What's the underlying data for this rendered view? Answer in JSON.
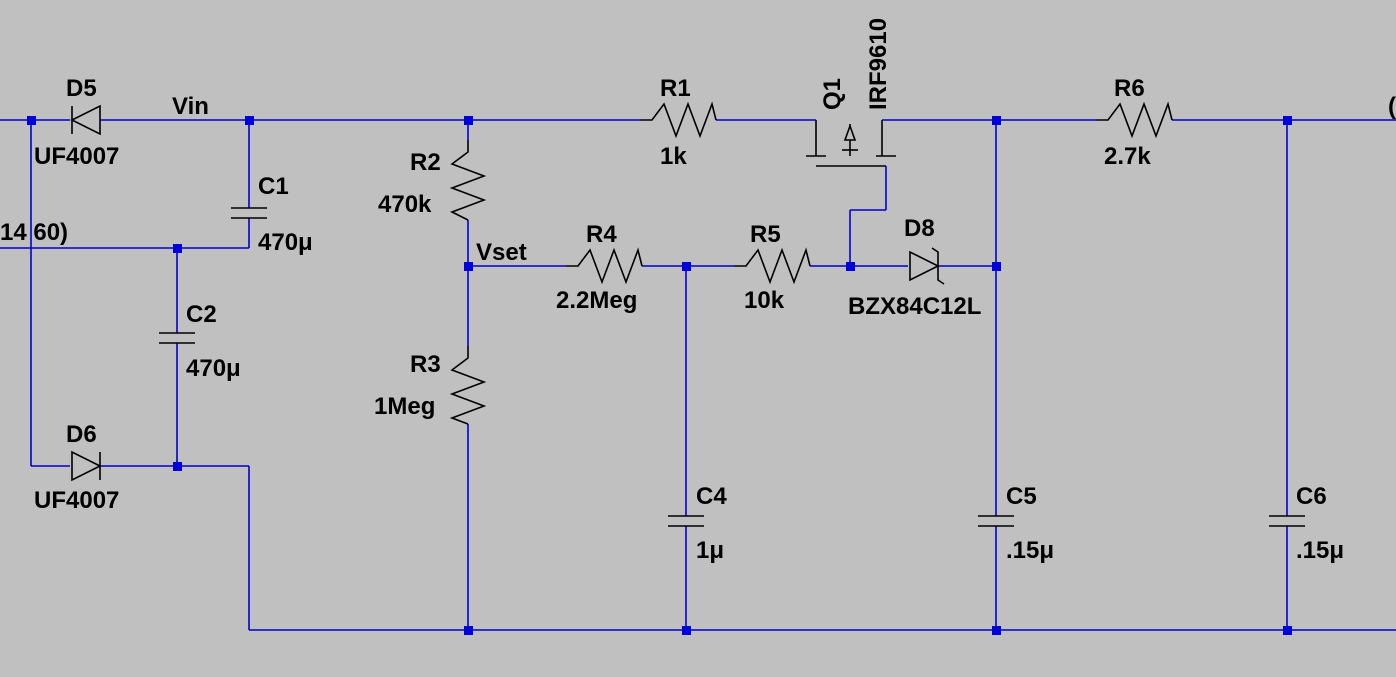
{
  "background_color": "#c0c0c0",
  "wire_color": "#0000cc",
  "junction_color": "#0000dd",
  "symbol_color": "#000000",
  "labels": {
    "d5_name": "D5",
    "d5_value": "UF4007",
    "vin": "Vin",
    "c1_name": "C1",
    "c1_value": "470μ",
    "partial_left": "14 60)",
    "c2_name": "C2",
    "c2_value": "470μ",
    "d6_name": "D6",
    "d6_value": "UF4007",
    "r2_name": "R2",
    "r2_value": "470k",
    "vset": "Vset",
    "r3_name": "R3",
    "r3_value": "1Meg",
    "r1_name": "R1",
    "r1_value": "1k",
    "q1_name": "Q1",
    "q1_value": "IRF9610",
    "r4_name": "R4",
    "r4_value": "2.2Meg",
    "r5_name": "R5",
    "r5_value": "10k",
    "d8_name": "D8",
    "d8_value": "BZX84C12L",
    "c4_name": "C4",
    "c4_value": "1μ",
    "c5_name": "C5",
    "c5_value": ".15μ",
    "r6_name": "R6",
    "r6_value": "2.7k",
    "c6_name": "C6",
    "c6_value": ".15μ",
    "partial_right": "("
  }
}
